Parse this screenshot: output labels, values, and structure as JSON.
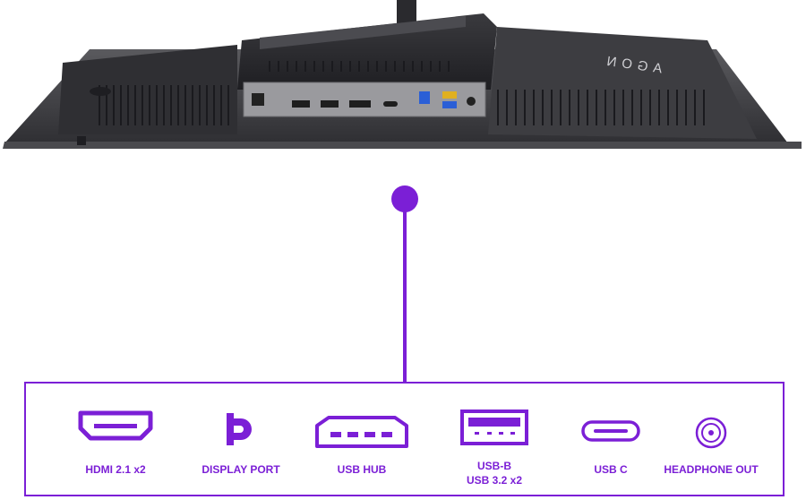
{
  "accent_color": "#7b1fd6",
  "monitor": {
    "brand_logo": "AGON"
  },
  "ports": [
    {
      "icon": "hdmi-icon",
      "label": "HDMI 2.1 x2"
    },
    {
      "icon": "displayport-icon",
      "label": "DISPLAY PORT"
    },
    {
      "icon": "usb-hub-icon",
      "label": "USB HUB"
    },
    {
      "icon": "usb-a-icon",
      "label_line1": "USB-B",
      "label_line2": "USB 3.2 x2"
    },
    {
      "icon": "usb-c-icon",
      "label": "USB C"
    },
    {
      "icon": "headphone-jack-icon",
      "label": "HEADPHONE OUT"
    }
  ]
}
